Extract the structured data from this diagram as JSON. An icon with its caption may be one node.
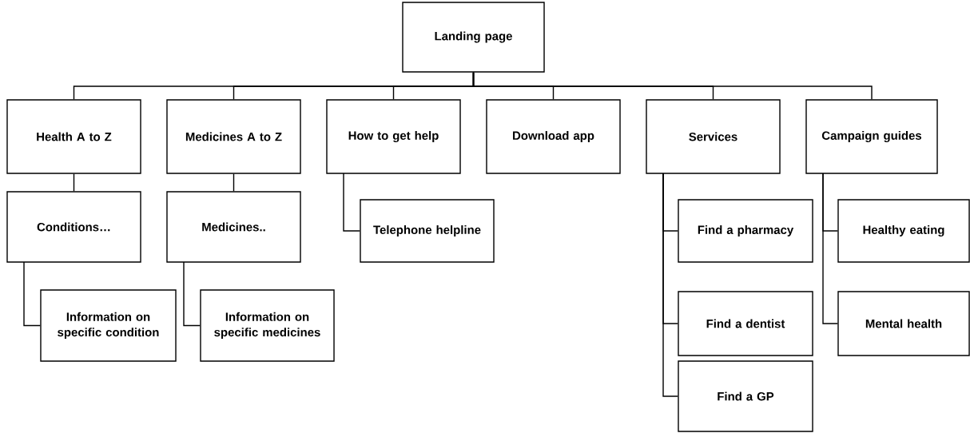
{
  "diagram": {
    "nodes": [
      {
        "text": [
          "Landing page"
        ]
      },
      {
        "text": [
          "Health A to Z"
        ]
      },
      {
        "text": [
          "Medicines A to Z"
        ]
      },
      {
        "text": [
          "How to get help"
        ]
      },
      {
        "text": [
          "Download app"
        ]
      },
      {
        "text": [
          "Services"
        ]
      },
      {
        "text": [
          "Campaign guides"
        ]
      },
      {
        "text": [
          "Conditions…"
        ]
      },
      {
        "text": [
          "Information on specific condition"
        ]
      },
      {
        "text": [
          "Medicines.."
        ]
      },
      {
        "text": [
          "Information on specific medicines"
        ]
      },
      {
        "text": [
          "Telephone helpline"
        ]
      },
      {
        "text": [
          "Find a pharmacy"
        ]
      },
      {
        "text": [
          "Find a dentist"
        ]
      },
      {
        "text": [
          "Find a GP"
        ]
      },
      {
        "text": [
          "Healthy eating"
        ]
      },
      {
        "text": [
          "Mental health"
        ]
      }
    ],
    "edges": [
      {
        "from": 0,
        "to": 1,
        "arrow": "none"
      },
      {
        "from": 0,
        "to": 2,
        "arrow": "none"
      },
      {
        "from": 0,
        "to": 3,
        "arrow": "none"
      },
      {
        "from": 0,
        "to": 4,
        "arrow": "none"
      },
      {
        "from": 0,
        "to": 5,
        "arrow": "none"
      },
      {
        "from": 0,
        "to": 6,
        "arrow": "none"
      },
      {
        "from": 1,
        "to": 7,
        "arrow": "none"
      },
      {
        "from": 7,
        "to": 8,
        "arrow": "none"
      },
      {
        "from": 2,
        "to": 9,
        "arrow": "none"
      },
      {
        "from": 9,
        "to": 10,
        "arrow": "none"
      },
      {
        "from": 3,
        "to": 11,
        "arrow": "none"
      },
      {
        "from": 5,
        "to": 12,
        "arrow": "none"
      },
      {
        "from": 5,
        "to": 13,
        "arrow": "none"
      },
      {
        "from": 5,
        "to": 14,
        "arrow": "none"
      },
      {
        "from": 6,
        "to": 15,
        "arrow": "none"
      },
      {
        "from": 6,
        "to": 16,
        "arrow": "none"
      }
    ]
  }
}
